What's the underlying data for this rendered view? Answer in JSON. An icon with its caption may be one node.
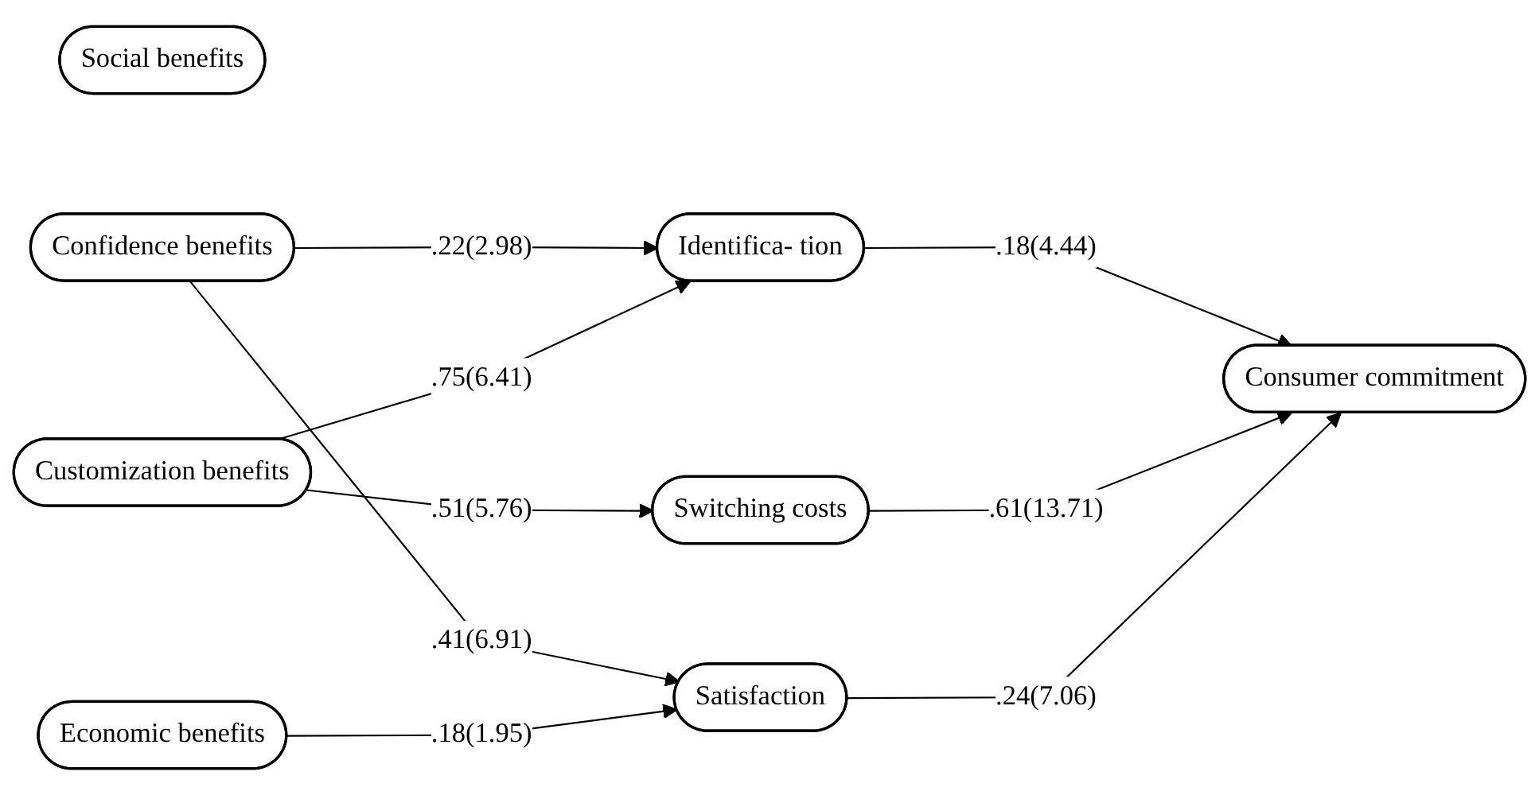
{
  "diagram": {
    "nodes": [
      {
        "text": [
          "Social benefits"
        ]
      },
      {
        "text": [
          "Confidence benefits"
        ]
      },
      {
        "text": [
          "Economic benefits"
        ]
      },
      {
        "text": [
          "Customization benefits"
        ]
      },
      {
        "text": [
          "Identifica- tion"
        ]
      },
      {
        "text": [
          "Switching costs"
        ]
      },
      {
        "text": [
          "Satisfaction"
        ]
      },
      {
        "text": [
          "Consumer commitment"
        ]
      }
    ],
    "edges": [
      {
        "from": 1,
        "to": 4,
        "arrow": "to",
        "label": ".22(2.98)"
      },
      {
        "from": 1,
        "to": 6,
        "arrow": "to",
        "label": ".41(6.91)"
      },
      {
        "from": 3,
        "to": 4,
        "arrow": "to",
        "label": ".75(6.41)"
      },
      {
        "from": 3,
        "to": 5,
        "arrow": "to",
        "label": ".51(5.76)"
      },
      {
        "from": 2,
        "to": 6,
        "arrow": "to",
        "label": ".18(1.95)"
      },
      {
        "from": 4,
        "to": 7,
        "arrow": "to",
        "label": ".18(4.44)"
      },
      {
        "from": 5,
        "to": 7,
        "arrow": "to",
        "label": ".61(13.71)"
      },
      {
        "from": 6,
        "to": 7,
        "arrow": "to",
        "label": ".24(7.06)"
      }
    ]
  }
}
